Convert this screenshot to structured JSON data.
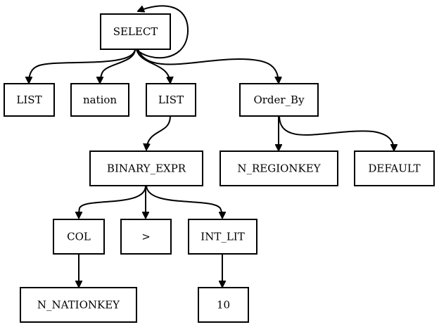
{
  "nodes": {
    "select": "SELECT",
    "list1": "LIST",
    "nation": "nation",
    "list2": "LIST",
    "order_by": "Order_By",
    "binary_expr": "BINARY_EXPR",
    "n_regionkey": "N_REGIONKEY",
    "default": "DEFAULT",
    "col": "COL",
    "gt": ">",
    "int_lit": "INT_LIT",
    "n_nationkey": "N_NATIONKEY",
    "ten": "10"
  }
}
